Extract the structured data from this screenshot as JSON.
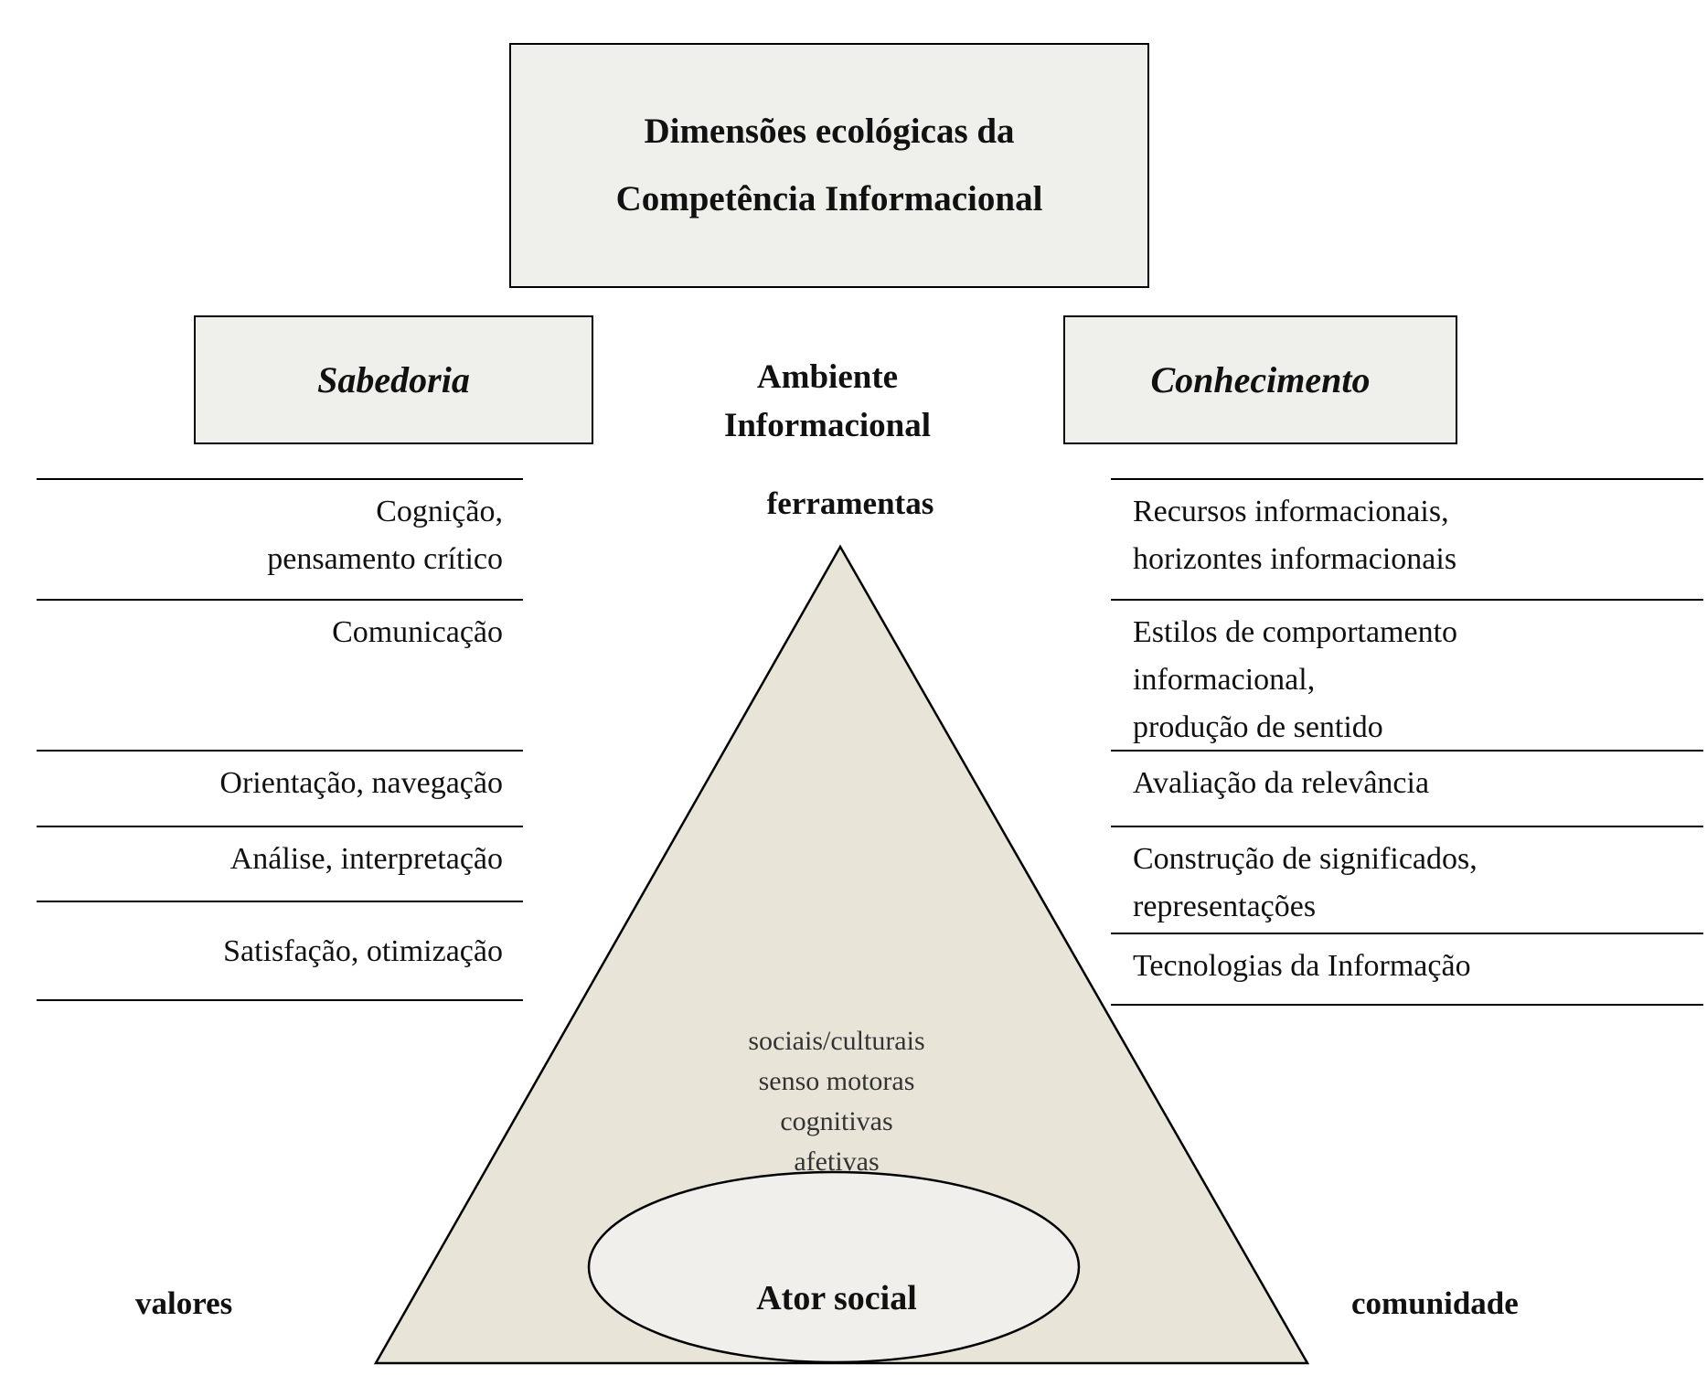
{
  "title": {
    "line1": "Dimensões ecológicas da",
    "line2": "Competência Informacional"
  },
  "headers": {
    "left": "Sabedoria",
    "center": "Ambiente\nInformacional",
    "right": "Conhecimento"
  },
  "center": {
    "apex_label": "ferramentas",
    "dimension_labels": "sociais/culturais\nsenso motoras\ncognitivas\nafetivas",
    "ellipse_label": "Ator social"
  },
  "left": {
    "items": [
      "Cognição,\npensamento crítico",
      "Comunicação",
      "Orientação, navegação",
      "Análise, interpretação",
      "Satisfação, otimização"
    ],
    "corner_label": "valores"
  },
  "right": {
    "items": [
      "Recursos informacionais,\nhorizontes informacionais",
      "Estilos de comportamento\ninformacional,\nprodução de sentido",
      "Avaliação da relevância",
      "Construção de significados,\nrepresentações",
      "Tecnologias da Informação"
    ],
    "corner_label": "comunidade"
  },
  "colors": {
    "box_fill": "#efefec",
    "triangle_fill": "#e8e5d8",
    "ellipse_fill": "#f0efeb",
    "border": "#000000",
    "text": "#111111",
    "muted_text": "#333333"
  }
}
